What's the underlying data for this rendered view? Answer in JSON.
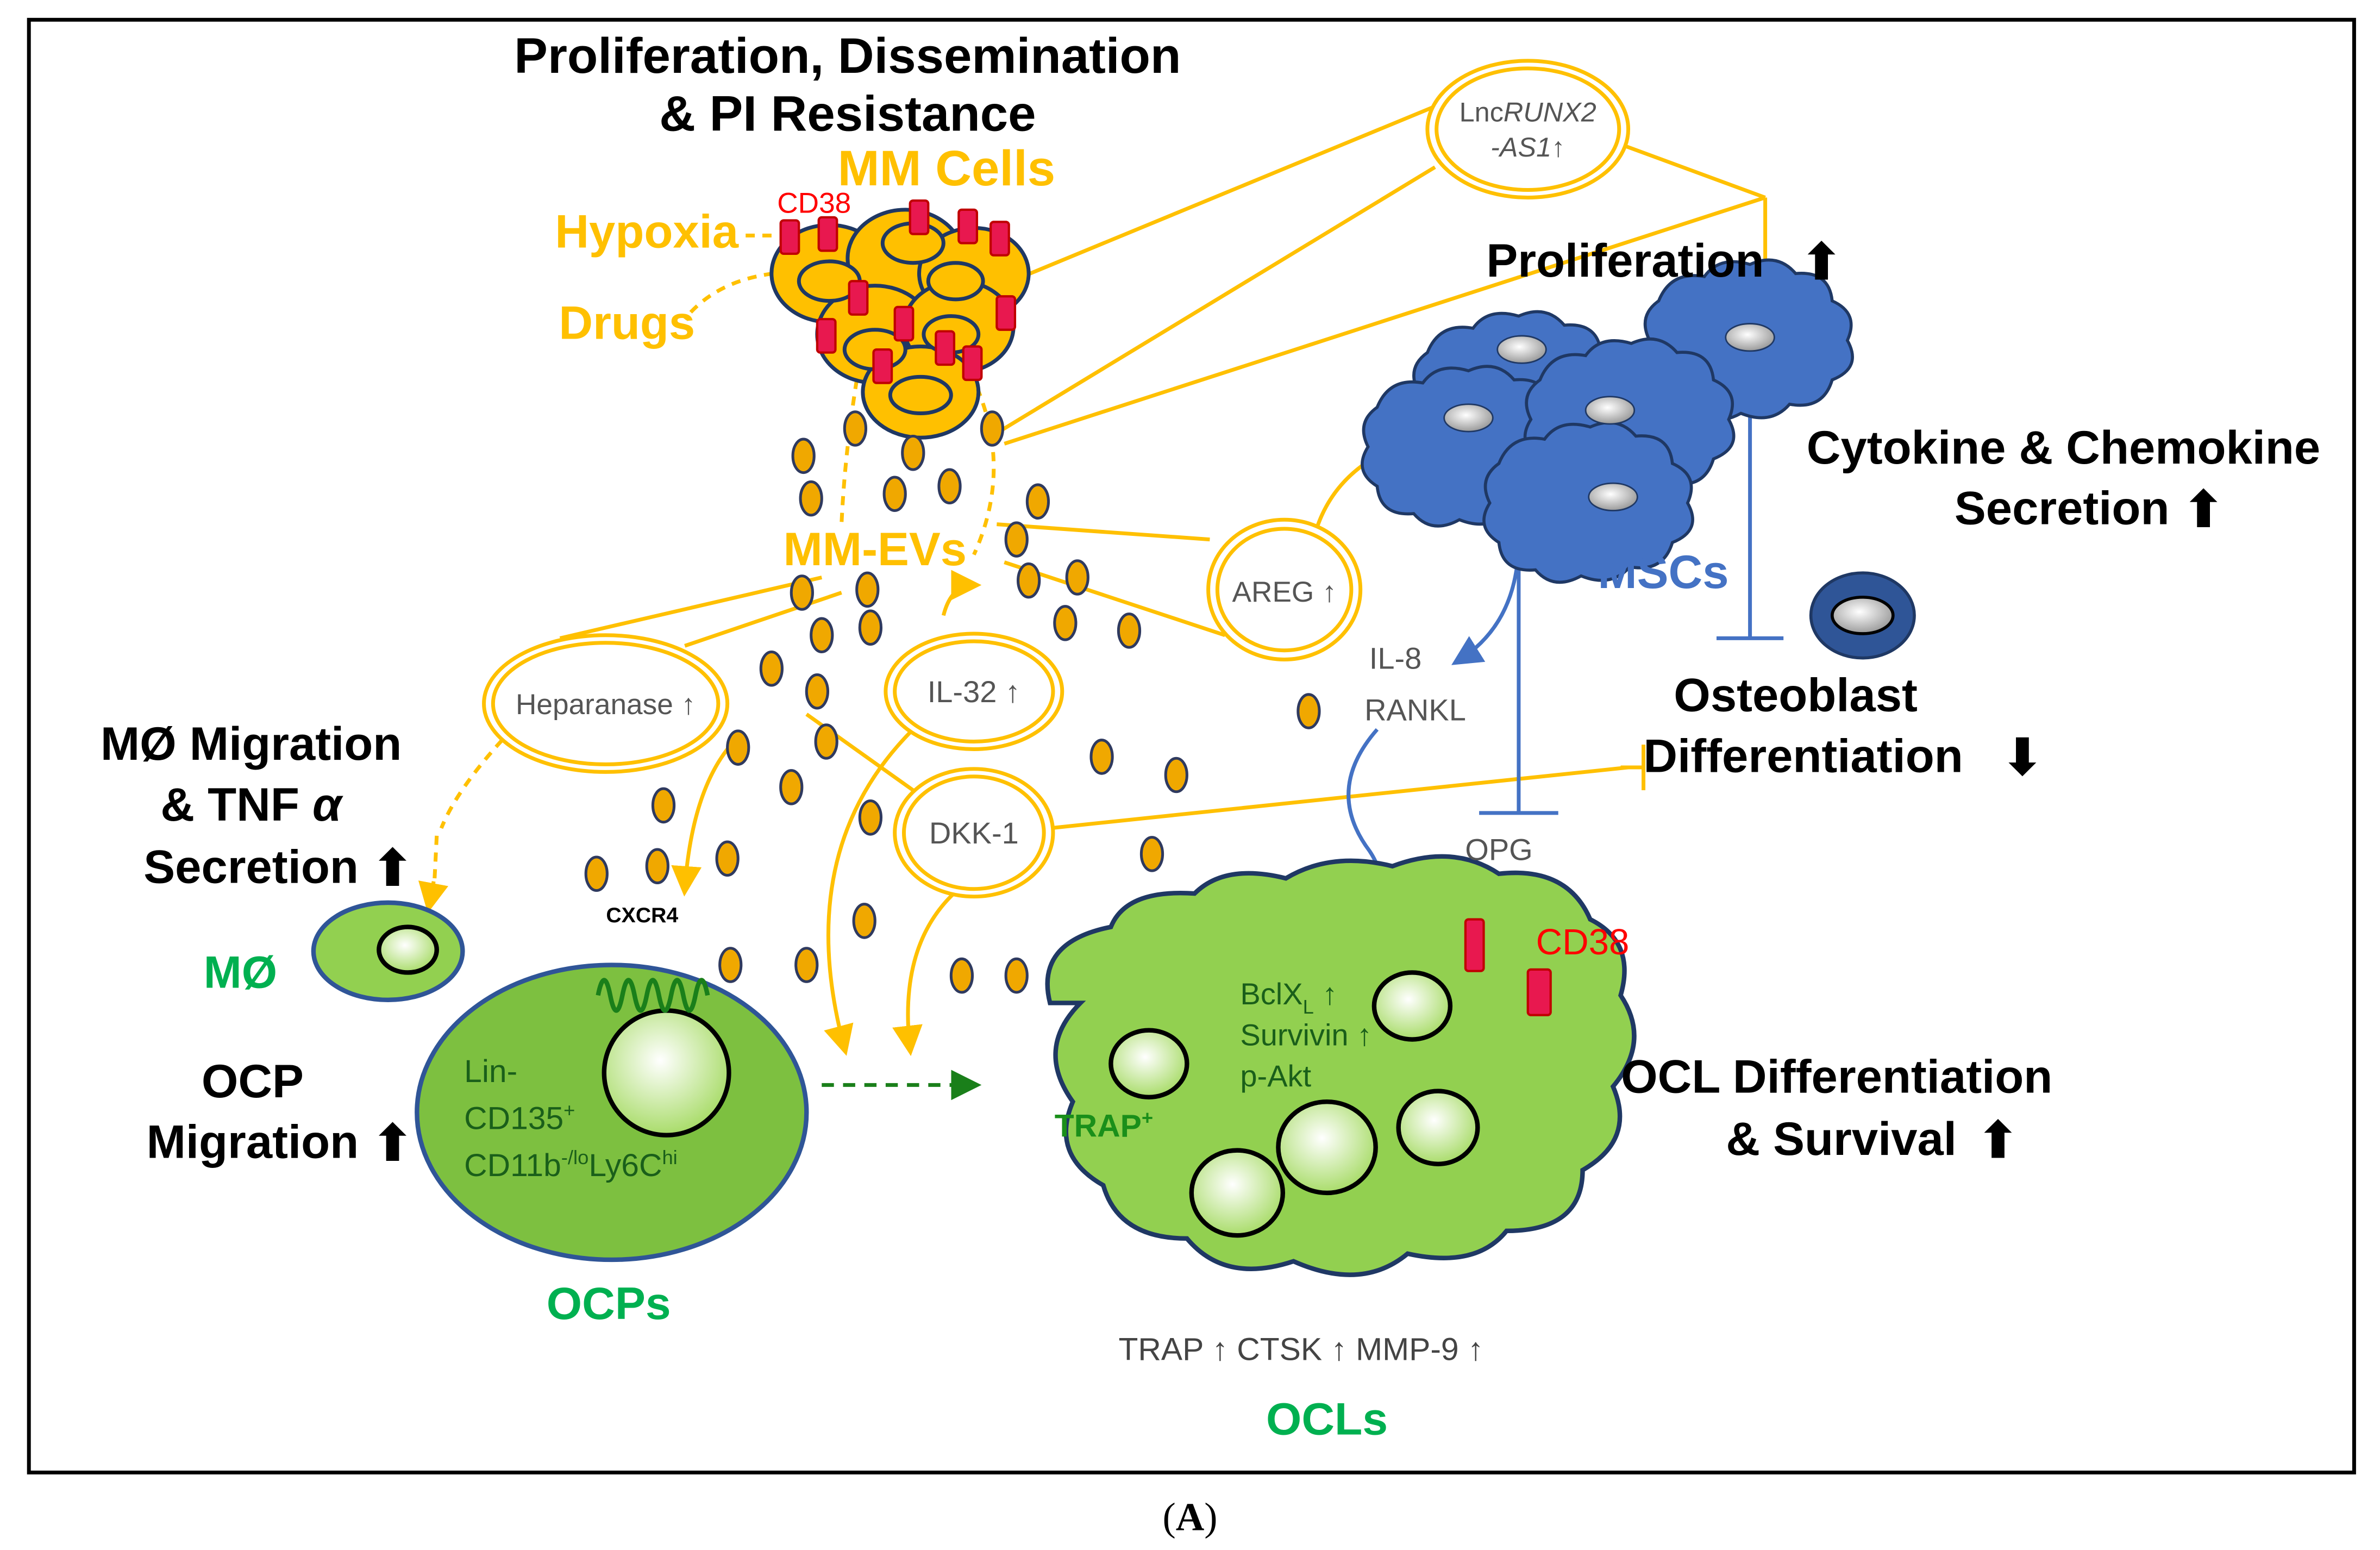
{
  "mm": {
    "title_line1": "Proliferation, Dissemination",
    "title_line2": "& PI Resistance",
    "cells_label": "MM Cells",
    "cd38": "CD38",
    "hypoxia": "Hypoxia",
    "drugs": "Drugs",
    "evs": "MM-EVs"
  },
  "factors": {
    "lnc_line1_a": "Lnc",
    "lnc_line1_b": "RUNX2",
    "lnc_line2": "-AS1",
    "lnc_arrow": "↑",
    "areg": "AREG ↑",
    "heparanase": "Heparanase ↑",
    "il32": "IL-32 ↑",
    "dkk1": "DKK-1"
  },
  "msc": {
    "proliferation": "Proliferation",
    "cytokine_line1": "Cytokine & Chemokine",
    "cytokine_line2": "Secretion",
    "label": "MSCs",
    "osteoblast_line1": "Osteoblast",
    "osteoblast_line2": "Differentiation",
    "il8": "IL-8",
    "rankl": "RANKL",
    "opg": "OPG"
  },
  "macrophage": {
    "title_line1": "MØ Migration",
    "title_line2_a": "& TNF",
    "title_line2_b": "α",
    "title_line3": "Secretion",
    "label": "MØ"
  },
  "ocp": {
    "cxcr4": "CXCR4",
    "lin": "Lin-",
    "cd135": "CD135",
    "cd135_sup": "+",
    "cd11b": "CD11b",
    "cd11b_sup": "-/lo",
    "ly6c": "Ly6C",
    "ly6c_sup": "hi",
    "migration_line1": "OCP",
    "migration_line2": "Migration",
    "label": "OCPs"
  },
  "ocl": {
    "cd38": "CD38",
    "bclxl": "BclX",
    "bclxl_sub": "L",
    "bclxl_arrow": " ↑",
    "survivin": "Survivin ↑",
    "pakt": "p-Akt",
    "trap_plus": "TRAP",
    "trap_plus_sup": "+",
    "markers": "TRAP ↑ CTSK ↑ MMP-9 ↑",
    "label": "OCLs",
    "diff_line1": "OCL Differentiation",
    "diff_line2": "& Survival"
  },
  "panel_label_a": "(",
  "panel_label_b": "A",
  "panel_label_c": ")",
  "colors": {
    "gold": "#FFC000",
    "green_cell": "#92D050",
    "green_text": "#00B050",
    "blue": "#4472C4",
    "red": "#FF0000",
    "msc_fill": "#4472C4",
    "vesicle": "#F0A800"
  }
}
